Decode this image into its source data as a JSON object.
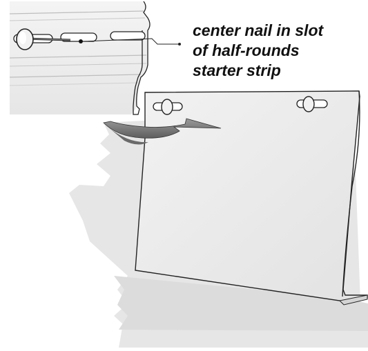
{
  "caption": {
    "lines": [
      "center nail in slot",
      "of half-rounds",
      "starter strip"
    ]
  },
  "colors": {
    "panel_face": "#ececec",
    "panel_back": "#e0e0e0",
    "panel_shadow": "#c9c9c9",
    "outline": "#222222",
    "arrow": "#8a8a8a",
    "nail_head": "#f2f2f2"
  },
  "icons": [
    "nail-icon",
    "curved-arrow-icon"
  ]
}
